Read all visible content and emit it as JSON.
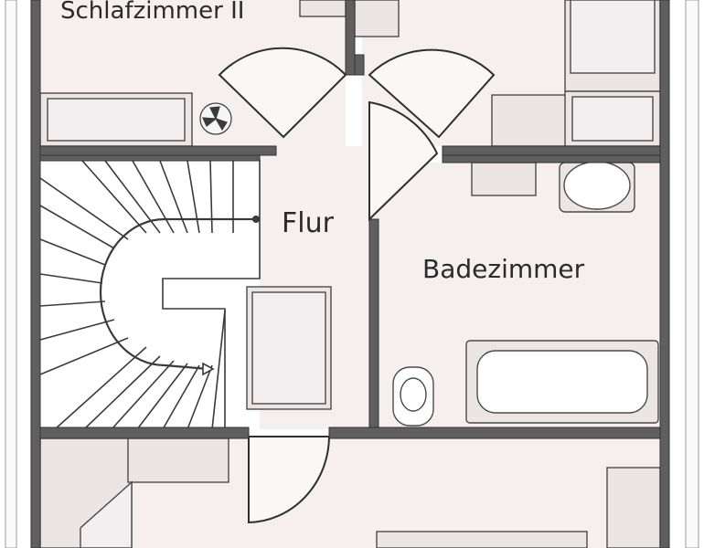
{
  "rooms": {
    "bedroom_2": "Schlafzimmer II",
    "hallway": "Flur",
    "bathroom": "Badezimmer"
  },
  "colors": {
    "wall": "#5f5f5f",
    "floor": "#f6eff0",
    "furniture": "#e9e3e4",
    "outline": "#4a4a4a",
    "stairs": "#ffffff"
  }
}
